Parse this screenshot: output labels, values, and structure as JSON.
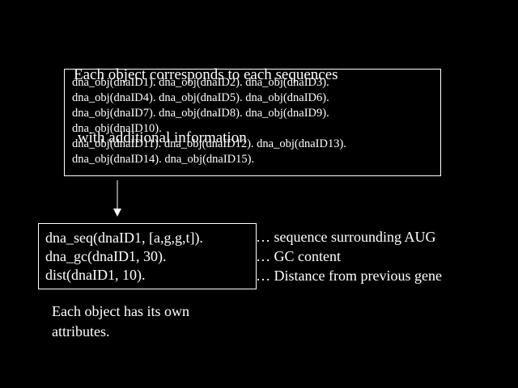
{
  "heading": {
    "line1": "Each object corresponds to each sequences",
    "line2": " with additional information"
  },
  "objects_box": {
    "lines": [
      "dna_obj(dnaID1). dna_obj(dnaID2). dna_obj(dnaID3).",
      "dna_obj(dnaID4). dna_obj(dnaID5). dna_obj(dnaID6).",
      "dna_obj(dnaID7). dna_obj(dnaID8). dna_obj(dnaID9).",
      "dna_obj(dnaID10).",
      "dna_obj(dnaID11). dna_obj(dnaID12). dna_obj(dnaID13).",
      "dna_obj(dnaID14). dna_obj(dnaID15)."
    ]
  },
  "attributes_box": {
    "lines": [
      "dna_seq(dnaID1, [a,g,g,t]).",
      "dna_gc(dnaID1, 30).",
      "dist(dnaID1, 10)."
    ]
  },
  "notes": {
    "lines": [
      "… sequence surrounding AUG",
      "… GC content",
      "… Distance from previous gene"
    ]
  },
  "caption": {
    "line1": "Each object has its own",
    "line2": "attributes."
  },
  "colors": {
    "background": "#000000",
    "foreground": "#ffffff"
  }
}
